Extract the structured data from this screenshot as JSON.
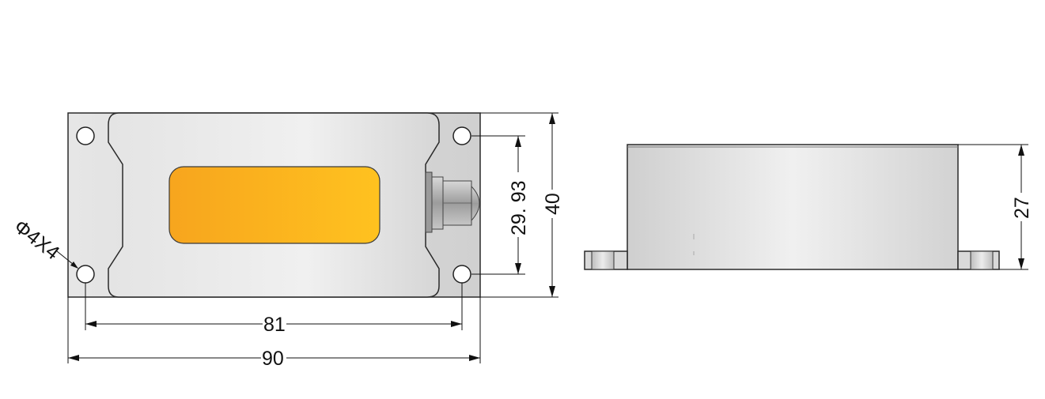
{
  "dimensions": {
    "hole_spec": "Φ4X4",
    "hole_pitch_horizontal": "81",
    "overall_width": "90",
    "hole_pitch_vertical": "29. 93",
    "overall_height": "40",
    "side_height": "27"
  },
  "colors": {
    "housing_light": "#f2f2f2",
    "housing_dark": "#c8c8c8",
    "window_left": "#f7a51e",
    "window_right": "#ffc21f",
    "gland": "#a9a9a9",
    "line": "#111111"
  }
}
